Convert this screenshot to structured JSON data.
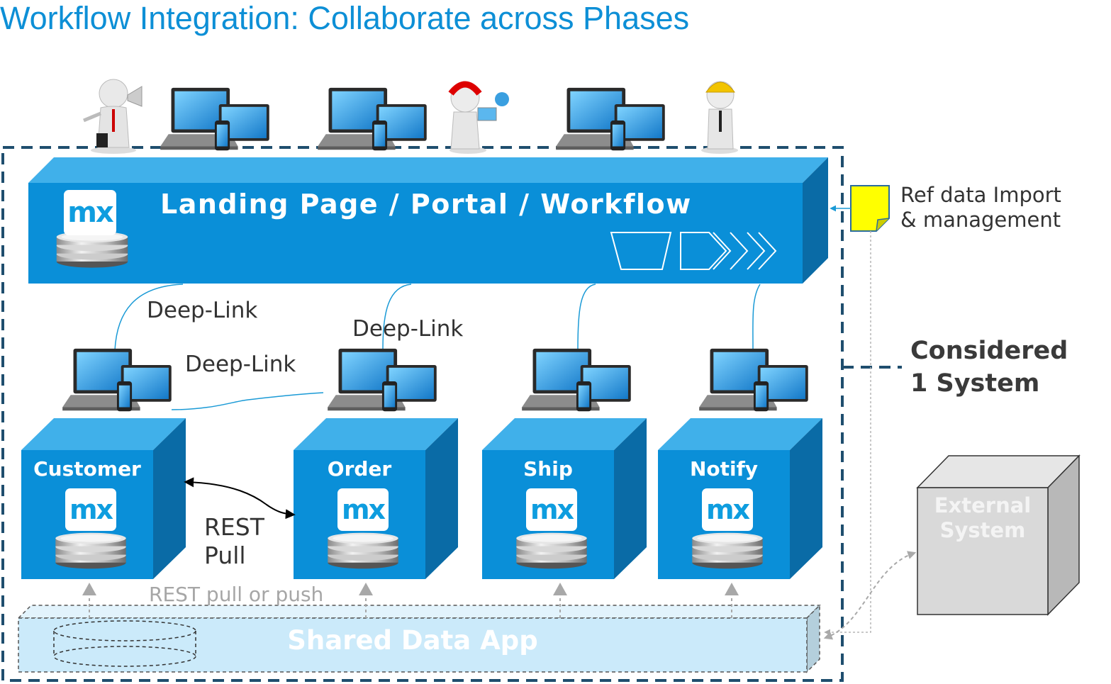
{
  "title": "Workflow Integration: Collaborate across Phases",
  "portal": {
    "label": "Landing Page / Portal / Workflow",
    "logo": "mx"
  },
  "deep_links": [
    "Deep-Link",
    "Deep-Link",
    "Deep-Link"
  ],
  "apps": [
    {
      "label": "Customer",
      "logo": "mx"
    },
    {
      "label": "Order",
      "logo": "mx"
    },
    {
      "label": "Ship",
      "logo": "mx"
    },
    {
      "label": "Notify",
      "logo": "mx"
    }
  ],
  "rest_pull": {
    "line1": "REST",
    "line2": "Pull"
  },
  "rest_pull_or_push": "REST pull or push",
  "shared_data_app": "Shared Data App",
  "ref_data": {
    "line1": "Ref data Import",
    "line2": "& management"
  },
  "considered": {
    "line1": "Considered",
    "line2": "1 System"
  },
  "external_system": {
    "line1": "External",
    "line2": "System"
  },
  "colors": {
    "title": "#0d8fd6",
    "box_front": "#0a8fd8",
    "box_top": "#40b0ea",
    "box_side": "#0a6ba6",
    "dashed_border": "#1f4e6e",
    "shared_fill": "#cbeafa",
    "external_fill": "#d9d9d9",
    "note": "#ffff00"
  }
}
